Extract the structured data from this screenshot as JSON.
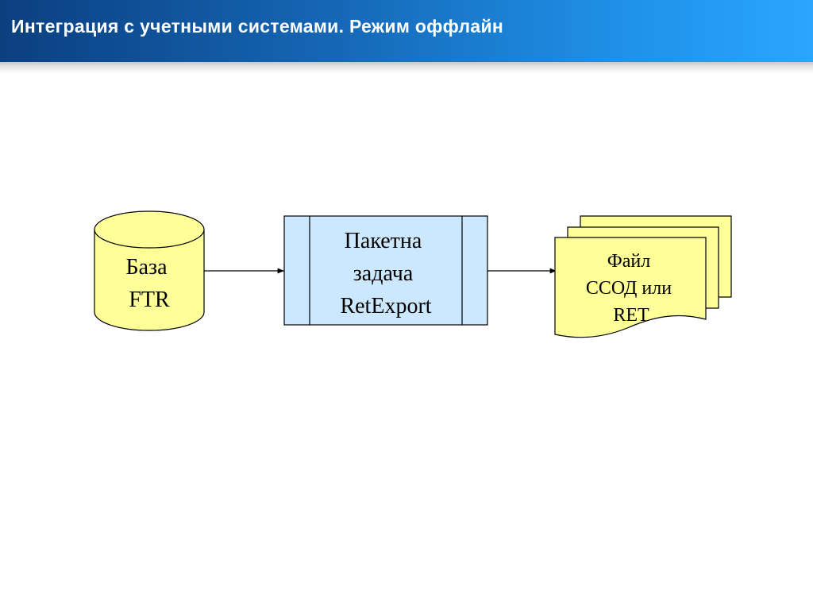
{
  "title": "Интеграция с учетными системами. Режим оффлайн",
  "colors": {
    "title_gradient_start": "#0b3f80",
    "title_gradient_end": "#2aa6ff",
    "title_text": "#ffffff",
    "database_fill": "#ffff99",
    "process_fill": "#cce8ff",
    "documents_fill": "#ffff99",
    "stroke": "#000000"
  },
  "diagram": {
    "database": {
      "shape": "cylinder",
      "lines": [
        "База",
        "FTR"
      ]
    },
    "process": {
      "shape": "predefined-process",
      "lines": [
        "Пакетна",
        "задача",
        "RetExport"
      ]
    },
    "documents": {
      "shape": "multi-document",
      "lines": [
        "Файл",
        "ССОД или",
        "RET"
      ]
    },
    "connections": [
      {
        "from": "database",
        "to": "process"
      },
      {
        "from": "process",
        "to": "documents"
      }
    ]
  }
}
